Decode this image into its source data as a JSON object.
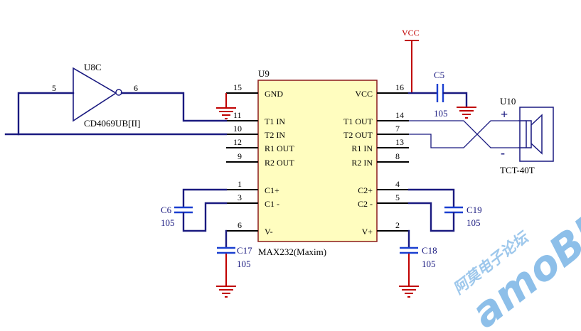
{
  "chip": {
    "ref": "U9",
    "part": "MAX232(Maxim)",
    "left_pins": [
      {
        "num": "15",
        "name": "GND"
      },
      {
        "num": "11",
        "name": "T1 IN"
      },
      {
        "num": "10",
        "name": "T2 IN"
      },
      {
        "num": "12",
        "name": "R1 OUT"
      },
      {
        "num": "9",
        "name": "R2 OUT"
      },
      {
        "num": "1",
        "name": "C1+"
      },
      {
        "num": "3",
        "name": "C1 -"
      },
      {
        "num": "6",
        "name": "V-"
      }
    ],
    "right_pins": [
      {
        "num": "16",
        "name": "VCC"
      },
      {
        "num": "14",
        "name": "T1 OUT"
      },
      {
        "num": "7",
        "name": "T2 OUT"
      },
      {
        "num": "13",
        "name": "R1 IN"
      },
      {
        "num": "8",
        "name": "R2 IN"
      },
      {
        "num": "4",
        "name": "C2+"
      },
      {
        "num": "5",
        "name": "C2 -"
      },
      {
        "num": "2",
        "name": "V+"
      }
    ]
  },
  "inverter": {
    "ref": "U8C",
    "part": "CD4069UB[II]",
    "in_pin": "5",
    "out_pin": "6"
  },
  "power": {
    "vcc": "VCC"
  },
  "caps": {
    "c5": {
      "ref": "C5",
      "value": "105"
    },
    "c6": {
      "ref": "C6",
      "value": "105"
    },
    "c17": {
      "ref": "C17",
      "value": "105"
    },
    "c18": {
      "ref": "C18",
      "value": "105"
    },
    "c19": {
      "ref": "C19",
      "value": "105"
    }
  },
  "transducer": {
    "ref": "U10",
    "part": "TCT-40T",
    "plus": "+",
    "minus": "-"
  },
  "watermark": {
    "cn": "阿莫电子论坛",
    "en": "amoBBS"
  }
}
